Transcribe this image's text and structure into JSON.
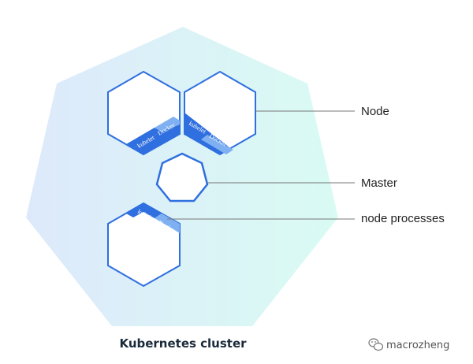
{
  "diagram": {
    "title": "Kubernetes cluster",
    "labels": {
      "node": "Node",
      "master": "Master",
      "node_processes": "node processes"
    },
    "node_tags": {
      "kubelet": "kubelet",
      "docker": "Docker"
    },
    "watermark": "macrozheng"
  },
  "colors": {
    "cluster_left": "#dde9fb",
    "cluster_right": "#d9fbf3",
    "outline": "#2f6fdf",
    "kubelet_band": "#2f6fdf",
    "docker_band": "#7fb1f2",
    "leader_line": "#777777"
  },
  "icons": [
    "wechat-icon"
  ]
}
